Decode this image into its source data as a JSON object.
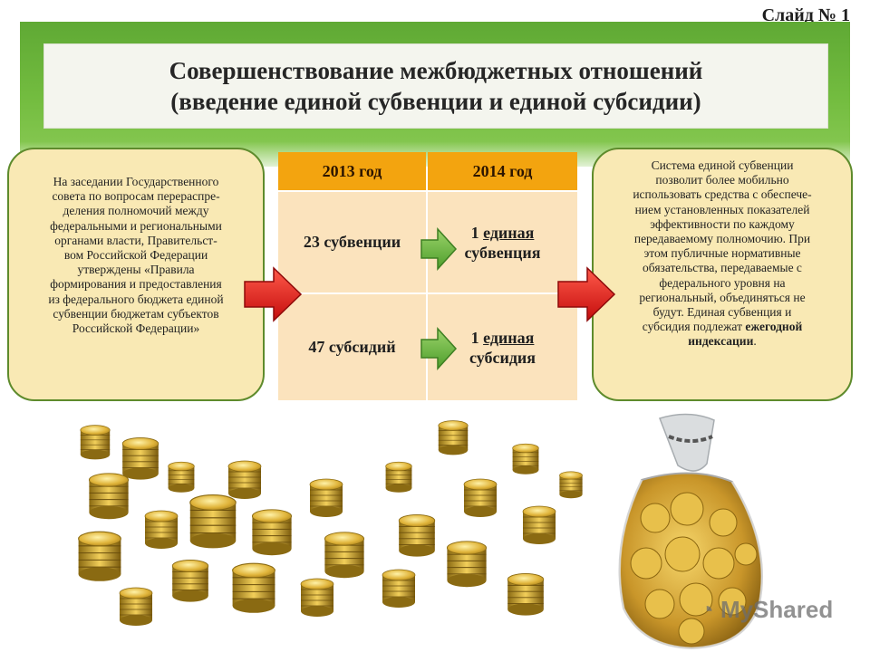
{
  "slide": {
    "number_label": "Слайд № 1",
    "title_line1": "Совершенствование межбюджетных отношений",
    "title_line2": "(введение единой субвенции и единой субсидии)"
  },
  "left_note": {
    "lines": [
      "На заседании Государственного",
      "совета по вопросам перераспре-",
      "деления полномочий между",
      "федеральными и региональными",
      "органами власти, Правительст-",
      "вом Российской Федерации",
      "утверждены «Правила",
      "формирования и предоставления",
      "из федерального бюджета единой",
      "субвенции бюджетам субъектов",
      "Российской Федерации»"
    ]
  },
  "table": {
    "header_2013": "2013 год",
    "header_2014": "2014 год",
    "row1_2013": "23 субвенции",
    "row1_2014_num": "1",
    "row1_2014_word": "единая",
    "row1_2014_noun": "субвенция",
    "row2_2013": "47 субсидий",
    "row2_2014_num": "1",
    "row2_2014_word": "единая",
    "row2_2014_noun": "субсидия"
  },
  "right_note": {
    "lines": [
      "Система единой субвенции",
      "позволит более мобильно",
      "использовать средства с обеспече-",
      "нием установленных показателей",
      "эффективности по каждому",
      "передаваемому полномочию. При",
      "этом публичные нормативные",
      "обязательства, передаваемые с",
      "федерального уровня на",
      "региональный, объединяться не",
      "будут. Единая субвенция и"
    ],
    "last_line_prefix": "субсидия  подлежат ",
    "last_line_bold": "ежегодной",
    "final_bold": "индексации",
    "final_dot": "."
  },
  "watermark": "MyShared",
  "colors": {
    "green_band": "#74bd40",
    "header_orange": "#f3a40f",
    "cell_peach": "#fbe3bd",
    "bubble_fill": "#f9e9b4",
    "bubble_border": "#5e8b2c",
    "red_arrow": "#e01a1a",
    "green_arrow": "#5fb33a"
  },
  "icons": [
    "red-arrow-icon",
    "green-arrow-icon",
    "coin-stacks-illustration",
    "money-bag-illustration",
    "watermark-logo-icon"
  ]
}
